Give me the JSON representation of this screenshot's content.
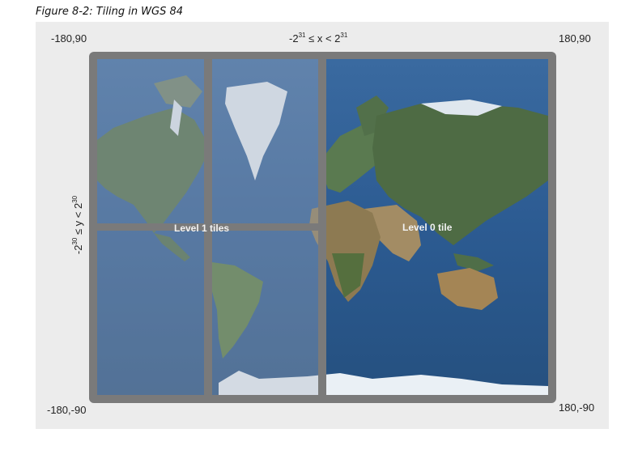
{
  "figure": {
    "caption": "Figure 8-2: Tiling in WGS 84"
  },
  "corners": {
    "top_left": "-180,90",
    "top_right": "180,90",
    "bottom_left": "-180,-90",
    "bottom_right": "180,-90"
  },
  "axes": {
    "x_prefix": "-2",
    "x_exp1": "31",
    "x_middle": " ≤ x < 2",
    "x_exp2": "31",
    "y_prefix": "-2",
    "y_exp1": "30",
    "y_middle": " ≤ y < 2",
    "y_exp2": "30"
  },
  "tiles": {
    "level1_label": "Level 1 tiles",
    "level0_label": "Level 0 tile"
  },
  "colors": {
    "frame": "#7a7a7a",
    "ocean": "#2f5e93",
    "land": "#4f6e48",
    "ice": "#e8eef4",
    "overlay": "#a9b3c4"
  }
}
